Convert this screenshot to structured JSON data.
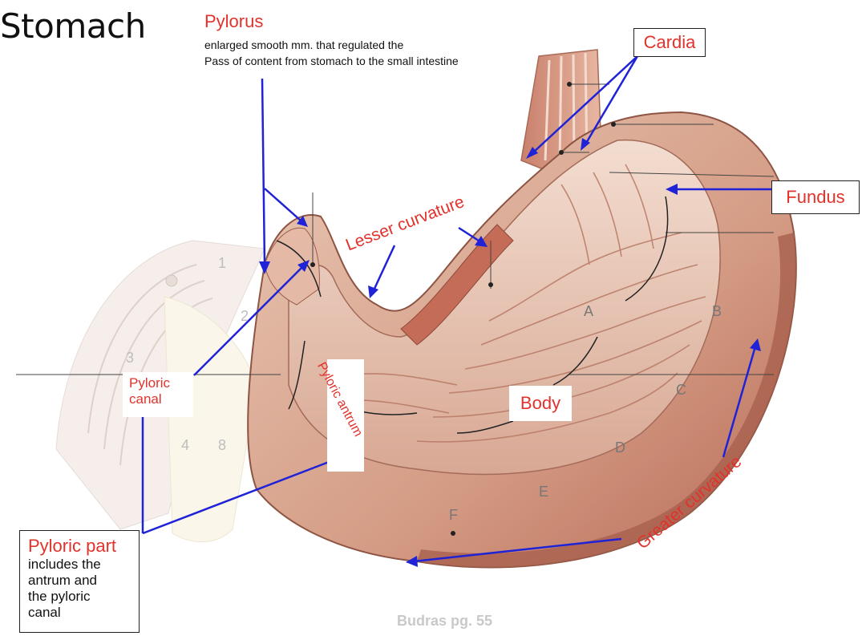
{
  "title": "Stomach",
  "labels": {
    "pylorus": "Pylorus",
    "pylorus_desc_1": "enlarged smooth mm. that regulated the",
    "pylorus_desc_2": "Pass of content from stomach to the small intestine",
    "cardia": "Cardia",
    "fundus": "Fundus",
    "lesser_curvature": "Lesser curvature",
    "greater_curvature": "Greater curvature",
    "pyloric_canal_1": "Pyloric",
    "pyloric_canal_2": "canal",
    "pyloric_antrum": "Pyloric antrum",
    "body": "Body",
    "pyloric_part_title": "Pyloric part",
    "pyloric_part_desc_1": "includes the",
    "pyloric_part_desc_2": "antrum and",
    "pyloric_part_desc_3": "the pyloric",
    "pyloric_part_desc_4": "canal"
  },
  "figure_letters": [
    "A",
    "B",
    "C",
    "D",
    "E",
    "F"
  ],
  "figure_numbers": [
    "1",
    "2",
    "3",
    "4",
    "8"
  ],
  "credit": "Budras pg. 55",
  "colors": {
    "label_red": "#e2322b",
    "arrow_blue": "#1f22d6",
    "tissue_pink": "#d9a391",
    "tissue_dark": "#b45f4c",
    "tissue_light": "#f0d8c8"
  }
}
